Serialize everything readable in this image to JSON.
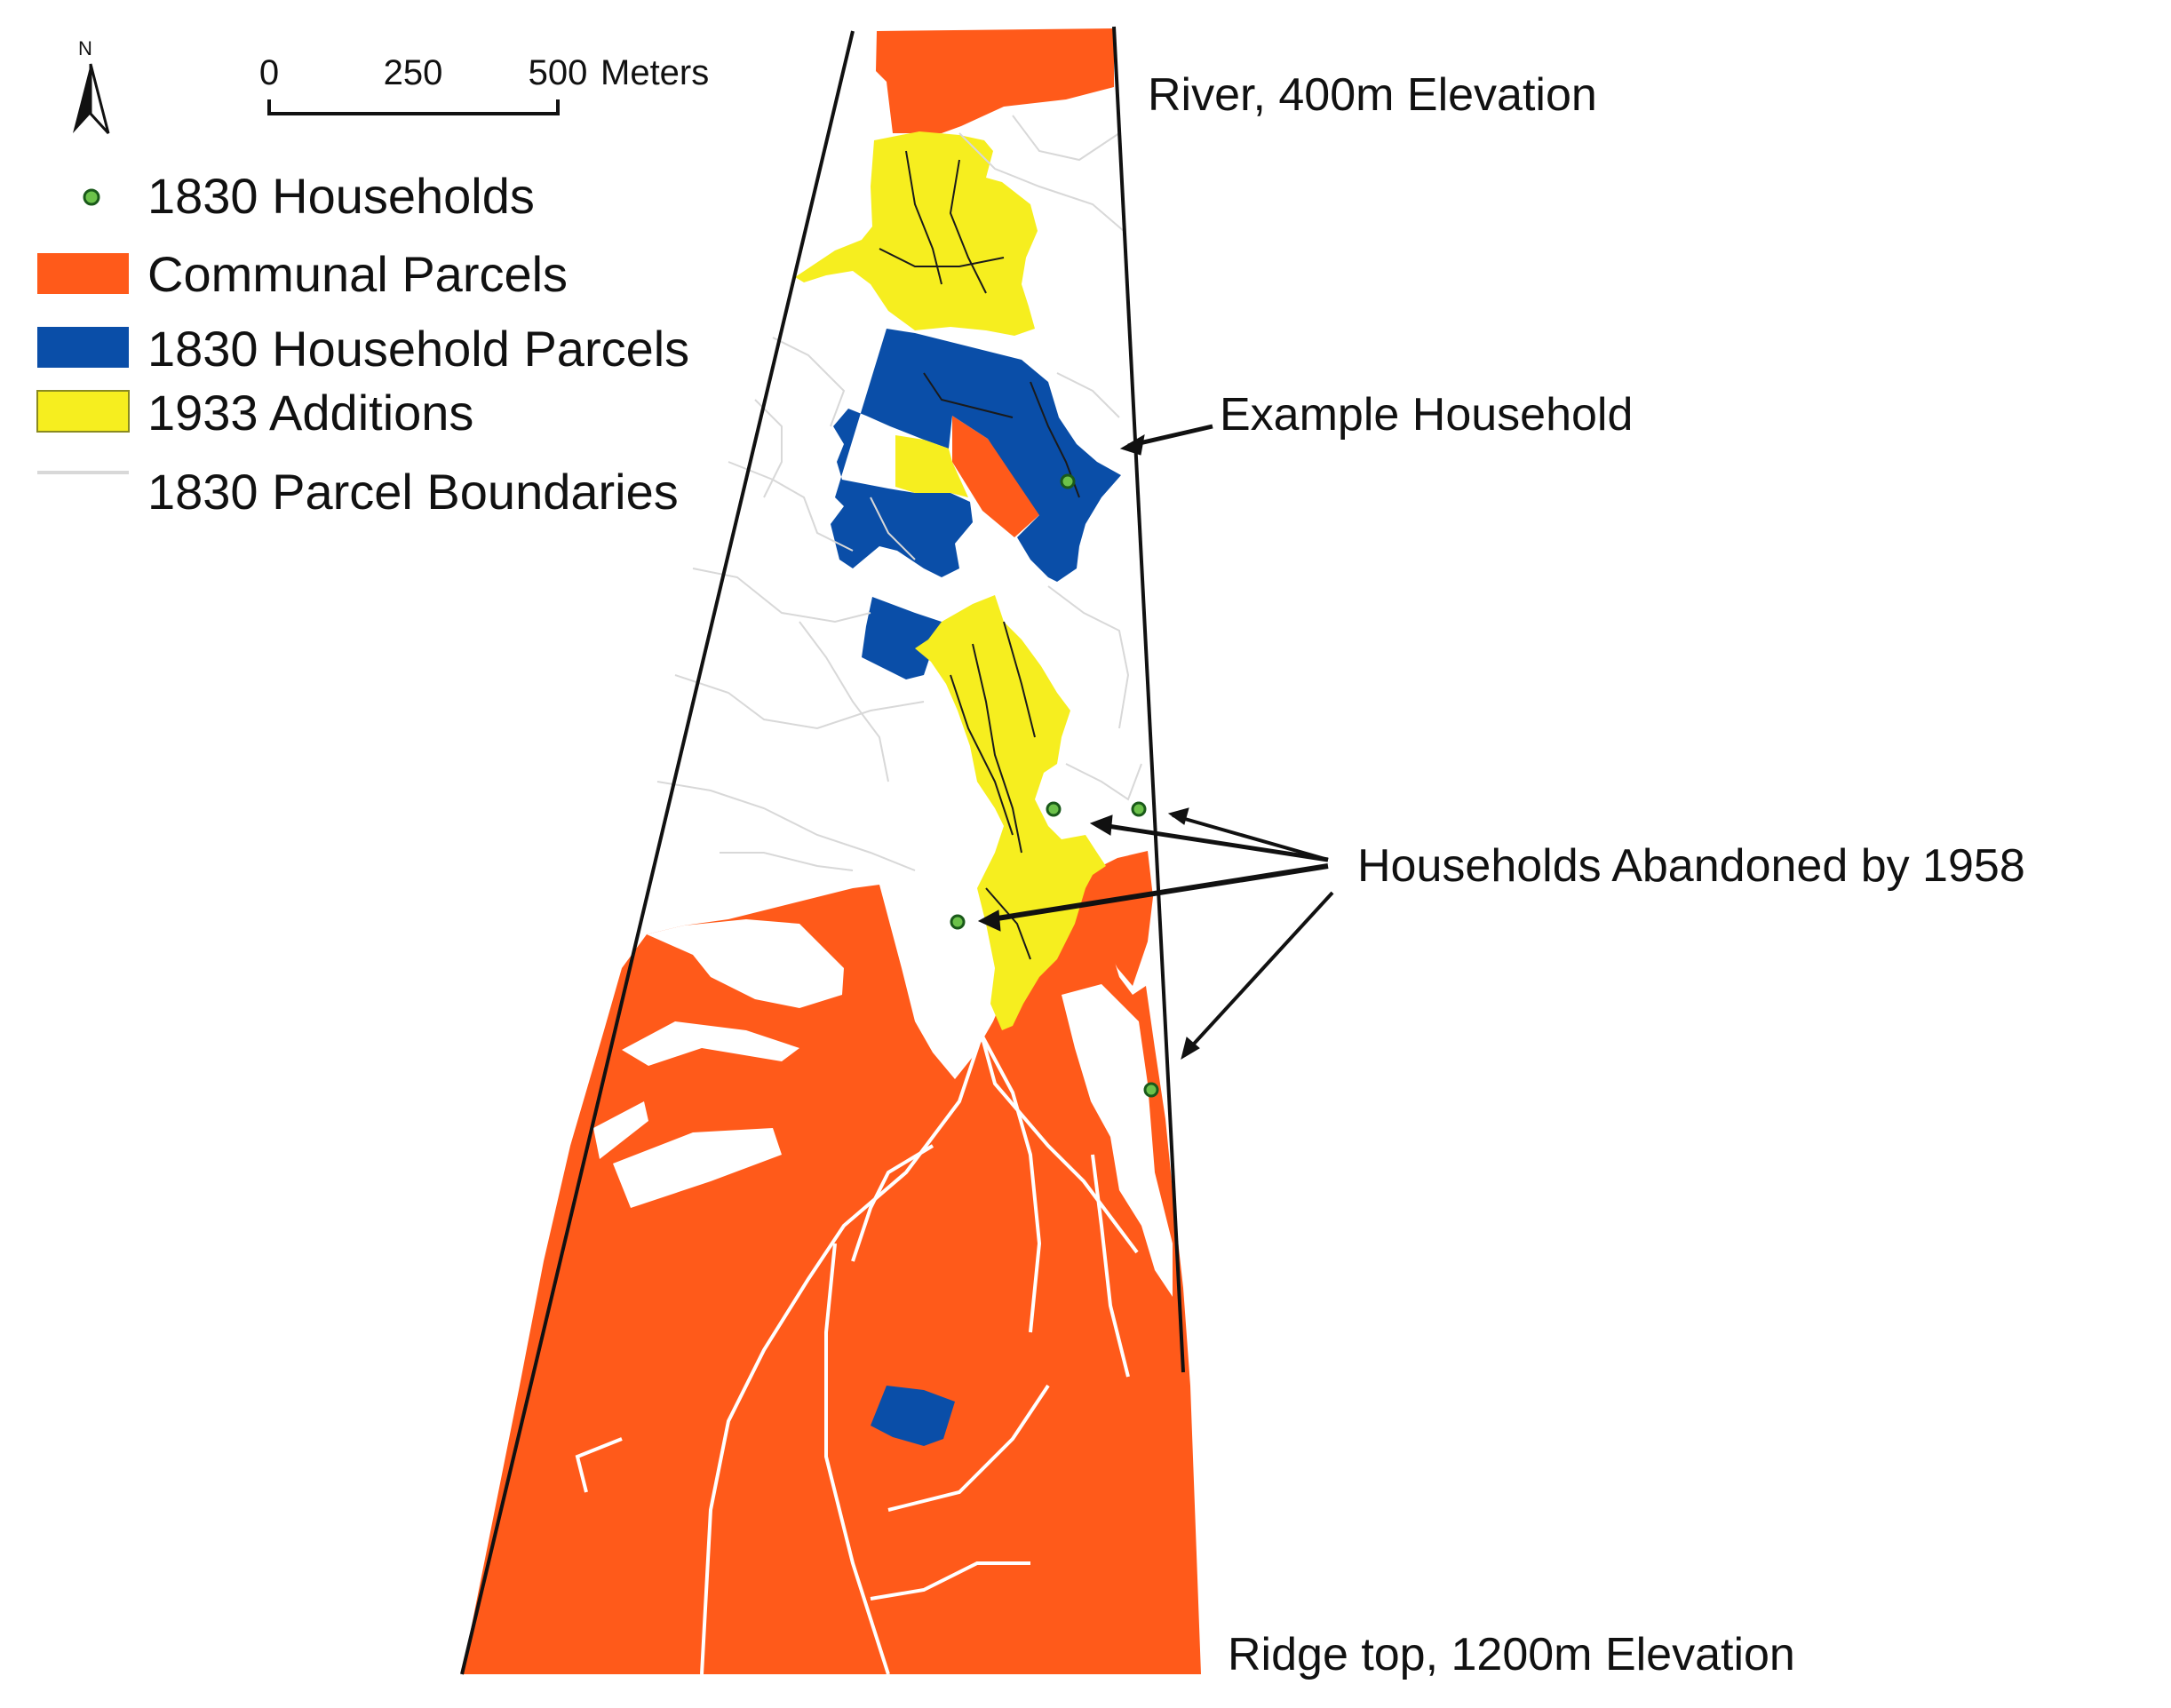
{
  "map": {
    "north_arrow": {
      "letter": "N",
      "icon": "north-arrow-icon"
    },
    "scale_bar": {
      "ticks": [
        "0",
        "250",
        "500"
      ],
      "unit": "Meters"
    },
    "legend": [
      {
        "label": "1830 Households",
        "symbol": "dot",
        "color": "#6cc24a"
      },
      {
        "label": "Communal Parcels",
        "symbol": "box",
        "color": "#ff5a1a"
      },
      {
        "label": "1830 Household Parcels",
        "symbol": "box",
        "color": "#0a4ea8"
      },
      {
        "label": "1933 Additions",
        "symbol": "box",
        "color": "#f6ee1f"
      },
      {
        "label": "1830 Parcel Boundaries",
        "symbol": "line",
        "color": "#d8d8d8"
      }
    ],
    "annotations": {
      "top": "River, 400m Elevation",
      "example": "Example Household",
      "abandoned": "Households Abandoned by 1958",
      "bottom": "Ridge top, 1200m Elevation"
    },
    "colors": {
      "communal": "#ff5a1a",
      "household": "#0a4ea8",
      "additions": "#f6ee1f",
      "household_dot": "#6cc24a",
      "boundary": "#d8d8d8"
    }
  }
}
